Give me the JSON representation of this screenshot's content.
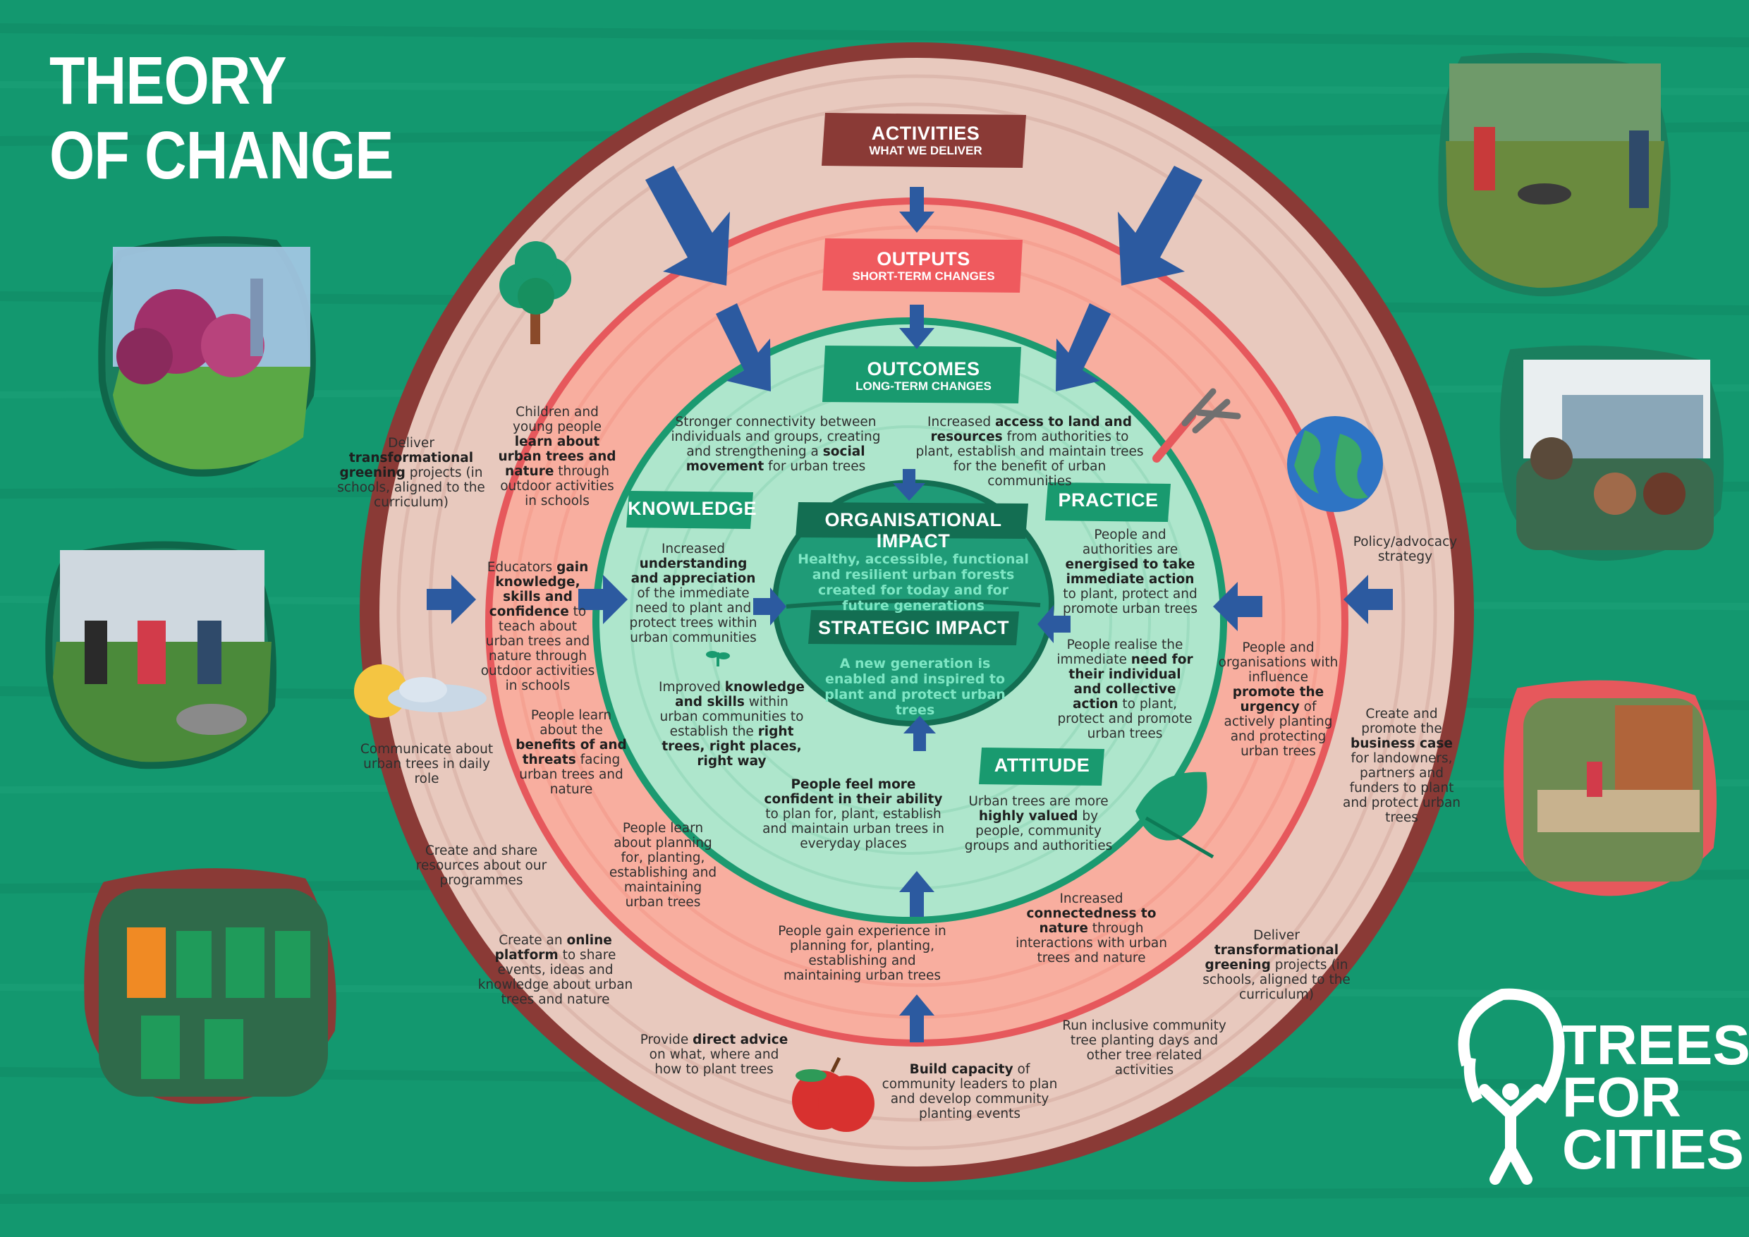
{
  "title": {
    "line1": "THEORY",
    "line2": "OF CHANGE"
  },
  "colors": {
    "background": "#13986f",
    "bark": "#8a3a36",
    "outer_ring": "#e8c9be",
    "middle_ring": "#f8ae9f",
    "inner_ring": "#aee6cc",
    "core": "#1f9b77",
    "arrow": "#2c5aa0",
    "activities_banner": "#8a3a36",
    "outputs_banner": "#ef5a5e",
    "outcomes_banner": "#199a6f"
  },
  "levels": {
    "activities": {
      "title": "ACTIVITIES",
      "subtitle": "WHAT WE DELIVER"
    },
    "outputs": {
      "title": "OUTPUTS",
      "subtitle": "SHORT-TERM CHANGES"
    },
    "outcomes": {
      "title": "OUTCOMES",
      "subtitle": "LONG-TERM CHANGES"
    }
  },
  "impacts": {
    "organisational": {
      "title": "ORGANISATIONAL IMPACT",
      "text": "Healthy, accessible, functional and resilient urban forests created for today and for future generations"
    },
    "strategic": {
      "title": "STRATEGIC IMPACT",
      "text": "A new generation is enabled and inspired to plant and protect urban trees"
    }
  },
  "categories": {
    "knowledge": "KNOWLEDGE",
    "practice": "PRACTICE",
    "attitude": "ATTITUDE"
  },
  "logo": {
    "line1": "TREES",
    "line2": "FOR",
    "line3": "CITIES"
  },
  "icons": [
    "tree-icon",
    "fork-icon",
    "globe-icon",
    "sun-cloud-icon",
    "leaf-icon",
    "apple-icon",
    "sprout-icon"
  ]
}
